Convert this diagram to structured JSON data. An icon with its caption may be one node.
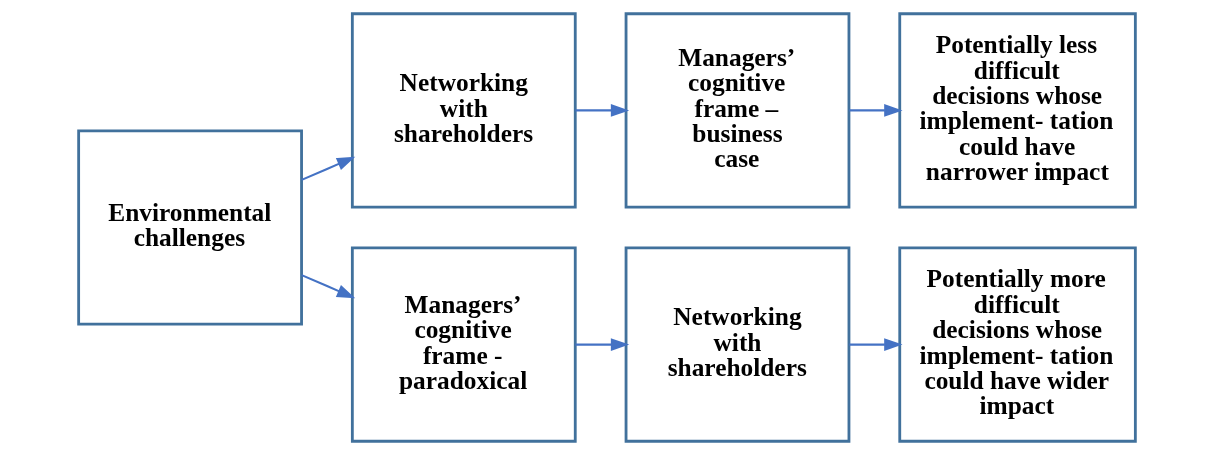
{
  "diagram": {
    "nodes": [
      {
        "text": [
          "Environmental challenges"
        ]
      },
      {
        "text": [
          "Networking with shareholders"
        ]
      },
      {
        "text": [
          "Managers’ cognitive frame – business case"
        ]
      },
      {
        "text": [
          "Potentially less difficult decisions whose implement- tation could have narrower impact"
        ]
      },
      {
        "text": [
          "Managers’ cognitive frame - paradoxical"
        ]
      },
      {
        "text": [
          "Networking with shareholders"
        ]
      },
      {
        "text": [
          "Potentially more difficult decisions whose implement- tation could have wider impact"
        ]
      }
    ],
    "edges": [
      {
        "from": 0,
        "to": 1,
        "arrow": "to"
      },
      {
        "from": 0,
        "to": 4,
        "arrow": "to"
      },
      {
        "from": 1,
        "to": 2,
        "arrow": "to"
      },
      {
        "from": 2,
        "to": 3,
        "arrow": "to"
      },
      {
        "from": 4,
        "to": 5,
        "arrow": "to"
      },
      {
        "from": 5,
        "to": 6,
        "arrow": "to"
      }
    ]
  }
}
